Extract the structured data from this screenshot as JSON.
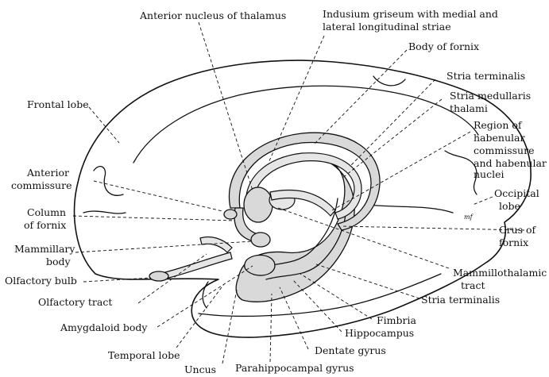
{
  "labels": {
    "anterior_nucleus": "Anterior nucleus of thalamus",
    "indusium_1": "Indusium griseum with medial and",
    "indusium_2": "lateral longitudinal striae",
    "body_of_fornix": "Body of fornix",
    "stria_terminalis_top": "Stria terminalis",
    "stria_medullaris_1": "Stria medullaris",
    "stria_medullaris_2": "thalami",
    "habenular_1": "Region of",
    "habenular_2": "habenular",
    "habenular_3": "commissure",
    "habenular_4": "and habenular",
    "habenular_5": "nuclei",
    "frontal_lobe": "Frontal lobe",
    "anterior_commissure_1": "Anterior",
    "anterior_commissure_2": "commissure",
    "column_of_fornix_1": "Column",
    "column_of_fornix_2": "of fornix",
    "occipital_1": "Occipital",
    "occipital_2": "lobe",
    "crus_1": "Crus of",
    "crus_2": "fornix",
    "mammillary_1": "Mammillary",
    "mammillary_2": "body",
    "mammillothalamic_1": "Mammillothalamic",
    "mammillothalamic_2": "tract",
    "olfactory_bulb": "Olfactory bulb",
    "olfactory_tract": "Olfactory tract",
    "stria_terminalis_bottom": "Stria terminalis",
    "fimbria": "Fimbria",
    "amygdaloid": "Amygdaloid body",
    "hippocampus": "Hippocampus",
    "temporal_lobe": "Temporal lobe",
    "dentate_gyrus": "Dentate gyrus",
    "uncus": "Uncus",
    "parahippocampal": "Parahippocampal gyrus",
    "signature": "mf"
  }
}
